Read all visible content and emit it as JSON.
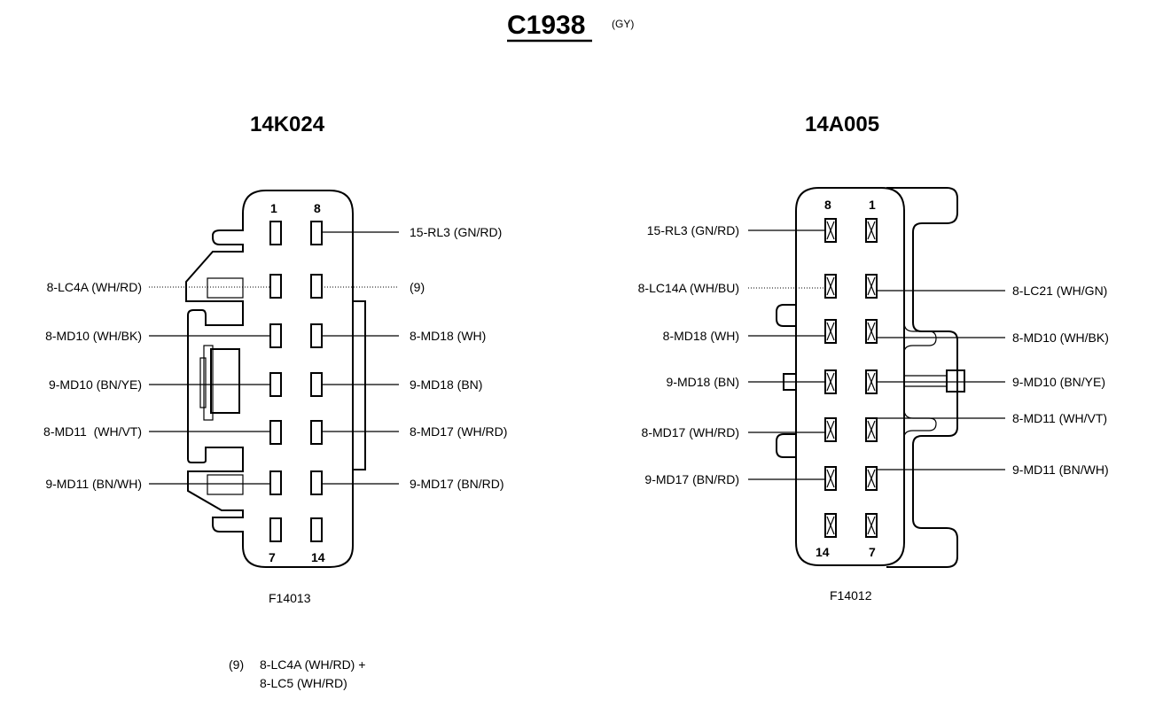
{
  "title": {
    "code": "C1938",
    "color": "(GY)"
  },
  "left": {
    "part": "14K024",
    "figure": "F14013",
    "pin_top_labels": [
      "1",
      "8"
    ],
    "pin_bottom_labels": [
      "7",
      "14"
    ],
    "left_labels": [
      "8-LC4A (WH/RD)",
      "8-MD10 (WH/BK)",
      "9-MD10 (BN/YE)",
      "8-MD11  (WH/VT)",
      "9-MD11 (BN/WH)"
    ],
    "right_labels": [
      "15-RL3 (GN/RD)",
      "(9)",
      "8-MD18 (WH)",
      "9-MD18 (BN)",
      "8-MD17 (WH/RD)",
      "9-MD17 (BN/RD)"
    ]
  },
  "right": {
    "part": "14A005",
    "figure": "F14012",
    "pin_top_labels": [
      "8",
      "1"
    ],
    "pin_bottom_labels": [
      "14",
      "7"
    ],
    "left_labels": [
      "15-RL3 (GN/RD)",
      "8-LC14A (WH/BU)",
      "8-MD18 (WH)",
      "9-MD18 (BN)",
      "8-MD17 (WH/RD)",
      "9-MD17 (BN/RD)"
    ],
    "right_labels": [
      "8-LC21 (WH/GN)",
      "8-MD10 (WH/BK)",
      "9-MD10 (BN/YE)",
      "8-MD11 (WH/VT)",
      "9-MD11 (BN/WH)"
    ]
  },
  "footnote": {
    "ref": "(9)",
    "line1": "8-LC4A (WH/RD) +",
    "line2": "8-LC5 (WH/RD)"
  }
}
